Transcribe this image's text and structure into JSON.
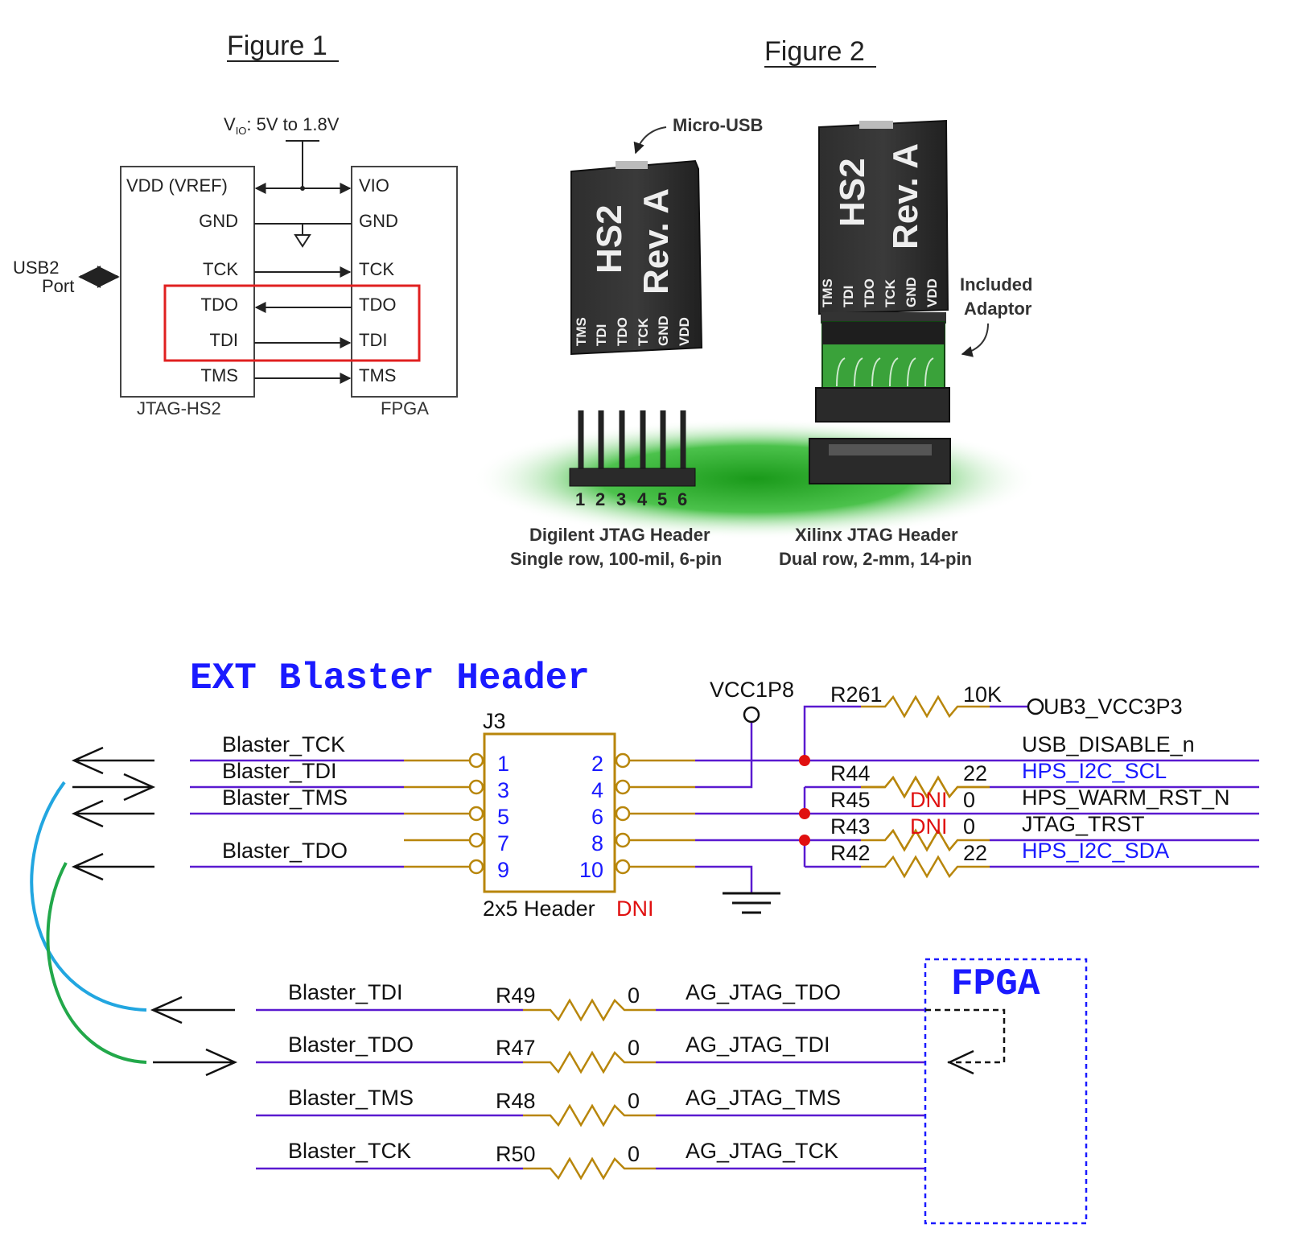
{
  "figure1": {
    "title": "Figure 1",
    "vio_label_prefix": "V",
    "vio_label_sub": "IO",
    "vio_label_suffix": ": 5V to 1.8V",
    "usb_label_line1": "USB2",
    "usb_label_line2": "Port",
    "jtag_block": {
      "caption": "JTAG-HS2",
      "pins": [
        "VDD (VREF)",
        "GND",
        "TCK",
        "TDO",
        "TDI",
        "TMS"
      ]
    },
    "fpga_block": {
      "caption": "FPGA",
      "pins": [
        "VIO",
        "GND",
        "TCK",
        "TDO",
        "TDI",
        "TMS"
      ]
    },
    "highlight_color": "#e02020"
  },
  "figure2": {
    "title": "Figure 2",
    "micro_usb_label": "Micro-USB",
    "module_text_line1": "HS2",
    "module_text_line2": "Rev. A",
    "module_pins": [
      "TMS",
      "TDI",
      "TDO",
      "TCK",
      "GND",
      "VDD"
    ],
    "adaptor_label_line1": "Included",
    "adaptor_label_line2": "Adaptor",
    "header_pin_numbers": [
      "1",
      "2",
      "3",
      "4",
      "5",
      "6"
    ],
    "digilent_caption_line1": "Digilent JTAG Header",
    "digilent_caption_line2": "Single row, 100-mil, 6-pin",
    "xilinx_caption_line1": "Xilinx JTAG Header",
    "xilinx_caption_line2": "Dual row, 2-mm, 14-pin"
  },
  "schematic": {
    "title": "EXT Blaster Header",
    "connector": {
      "ref": "J3",
      "footprint": "2x5 Header",
      "footprint_flag": "DNI",
      "odd_pins": [
        "1",
        "3",
        "5",
        "7",
        "9"
      ],
      "even_pins": [
        "2",
        "4",
        "6",
        "8",
        "10"
      ]
    },
    "left_nets": [
      "Blaster_TCK",
      "Blaster_TDI",
      "Blaster_TMS",
      "Blaster_TDO"
    ],
    "power_net": "VCC1P8",
    "pullup": {
      "ref": "R261",
      "value": "10K",
      "net": "UB3_VCC3P3"
    },
    "right_nets": [
      {
        "name": "USB_DISABLE_n",
        "color": "#111111"
      },
      {
        "name": "HPS_I2C_SCL",
        "color": "#1a1aff"
      },
      {
        "name": "HPS_WARM_RST_N",
        "color": "#111111"
      },
      {
        "name": "JTAG_TRST",
        "color": "#111111"
      },
      {
        "name": "HPS_I2C_SDA",
        "color": "#1a1aff"
      }
    ],
    "resistors": [
      {
        "ref": "R44",
        "value": "22",
        "flag": ""
      },
      {
        "ref": "R45",
        "value": "0",
        "flag": "DNI"
      },
      {
        "ref": "R43",
        "value": "0",
        "flag": "DNI"
      },
      {
        "ref": "R42",
        "value": "22",
        "flag": ""
      }
    ],
    "fpga_label": "FPGA",
    "series": [
      {
        "in_net": "Blaster_TDI",
        "ref": "R49",
        "value": "0",
        "out_net": "AG_JTAG_TDO"
      },
      {
        "in_net": "Blaster_TDO",
        "ref": "R47",
        "value": "0",
        "out_net": "AG_JTAG_TDI"
      },
      {
        "in_net": "Blaster_TMS",
        "ref": "R48",
        "value": "0",
        "out_net": "AG_JTAG_TMS"
      },
      {
        "in_net": "Blaster_TCK",
        "ref": "R50",
        "value": "0",
        "out_net": "AG_JTAG_TCK"
      }
    ],
    "colors": {
      "net_wire": "#5a1ad0",
      "component": "#b8860b",
      "junction": "#e01010",
      "cyan_arc": "#22a6e0",
      "green_arc": "#22a84a",
      "fpga_box": "#1a1aff"
    }
  }
}
